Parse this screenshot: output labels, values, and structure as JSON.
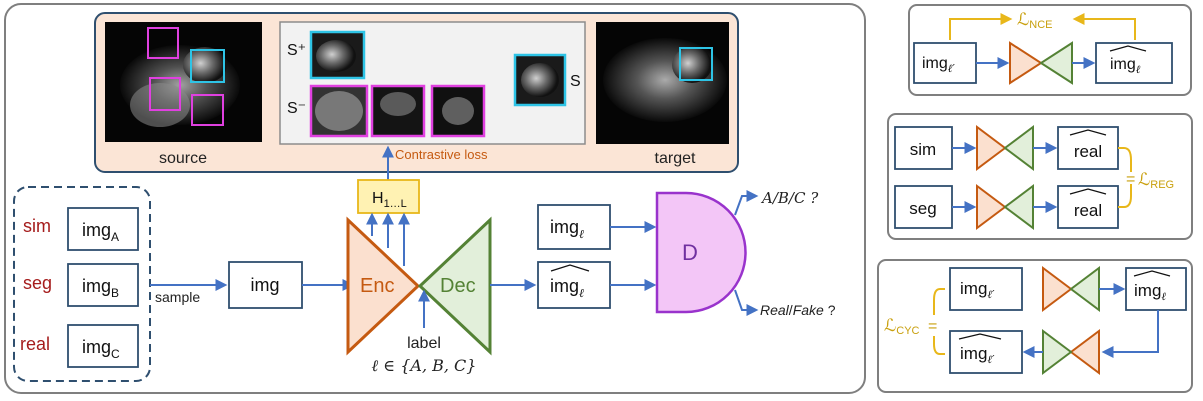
{
  "colors": {
    "blue_arrow": "#4472c4",
    "box_border": "#2f4f6f",
    "orange": "#c55a11",
    "orange_fill": "#fbe0cf",
    "green": "#548235",
    "green_fill": "#e2efda",
    "purple": "#9933cc",
    "purple_fill": "#f3c6f7",
    "gold": "#e8b71a",
    "h_fill": "#fff2b3",
    "peach": "#fbe5d6",
    "dark_red": "#a51c1c",
    "magenta": "#e040e0",
    "cyan": "#2ec4e6"
  },
  "main": {
    "top_panel": {
      "source_label": "source",
      "target_label": "target",
      "s_plus": "S⁺",
      "s_minus": "S⁻",
      "s_label": "S",
      "contrastive_label": "Contrastive loss"
    },
    "inputs": [
      {
        "domain": "sim",
        "img": "img",
        "sub": "A"
      },
      {
        "domain": "seg",
        "img": "img",
        "sub": "B"
      },
      {
        "domain": "real",
        "img": "img",
        "sub": "C"
      }
    ],
    "sample_label": "sample",
    "img_label": "img",
    "h_label": "H",
    "h_sub": "1…L",
    "enc_label": "Enc",
    "dec_label": "Dec",
    "label_text": "label",
    "ell_set": "ℓ ∈ {A, B, C}",
    "img_ell": "img",
    "img_ell_sub": "ℓ",
    "img_hat_ell": "img",
    "img_hat_ell_sub": "ℓ",
    "d_label": "D",
    "abc_output": "A/B/C ?",
    "realfake_real": "Real",
    "realfake_slash": "/",
    "realfake_fake": "Fake",
    "realfake_q": " ?"
  },
  "nce_panel": {
    "loss": "ℒ",
    "loss_sub": "NCE",
    "left_img": "img",
    "left_sub": "ℓ′",
    "right_img": "img",
    "right_sub": "ℓ"
  },
  "reg_panel": {
    "top_in": "sim",
    "bottom_in": "seg",
    "top_out": "real",
    "bottom_out": "real",
    "eq": "=",
    "loss": "ℒ",
    "loss_sub": "REG"
  },
  "cyc_panel": {
    "loss": "ℒ",
    "loss_sub": "CYC",
    "eq": "=",
    "top_left_img": "img",
    "top_left_sub": "ℓ′",
    "top_right_img": "img",
    "top_right_sub": "ℓ",
    "bottom_left_img": "img",
    "bottom_left_sub": "ℓ′"
  }
}
